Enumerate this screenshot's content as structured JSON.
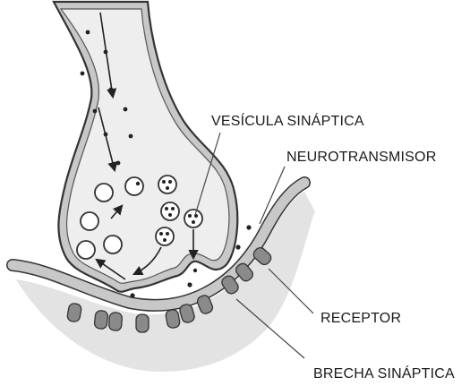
{
  "labels": {
    "vesicle": "VESÍCULA SINÁPTICA",
    "neurotransmitter": "NEUROTRANSMISOR",
    "receptor": "RECEPTOR",
    "cleft": "BRECHA SINÁPTICA"
  },
  "colors": {
    "membrane": "#c8c8c8",
    "postsynaptic_fill": "#e3e3e3",
    "receptor": "#8a8a8a",
    "outline": "#333333"
  }
}
